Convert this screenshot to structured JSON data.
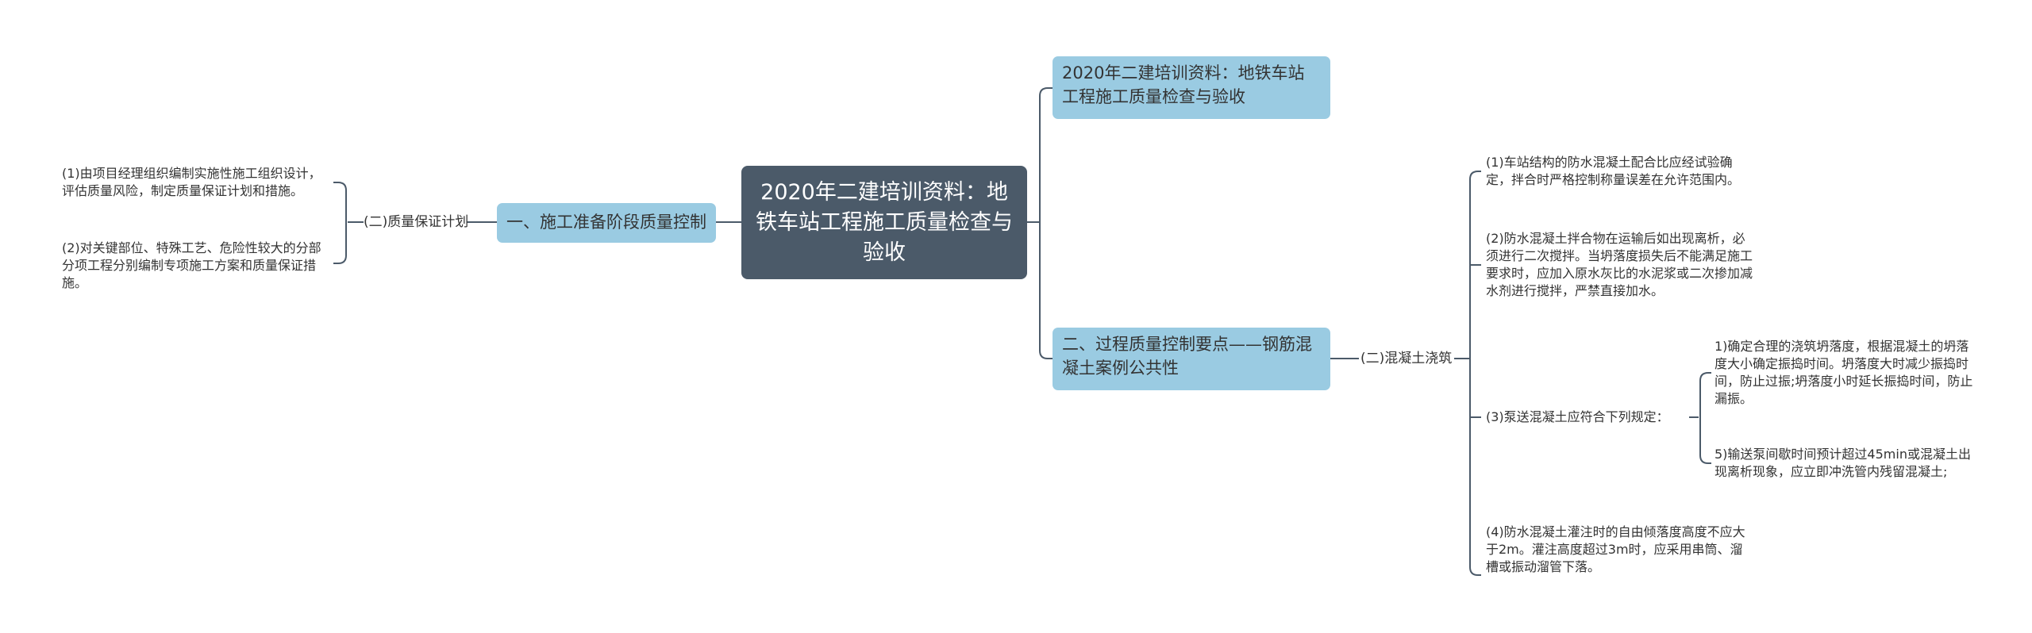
{
  "root": {
    "text": "2020年二建培训资料：地铁车站工程施工质量检查与验收"
  },
  "topics": [
    {
      "id": "t1",
      "text": "2020年二建培训资料：地铁车站工程施工质量检查与验收"
    },
    {
      "id": "t2",
      "text": "二、过程质量控制要点——钢筋混凝土案例公共性"
    },
    {
      "id": "t3",
      "text": "一、施工准备阶段质量控制"
    }
  ],
  "left_branch": {
    "label": "(二)质量保证计划",
    "items": [
      "(1)由项目经理组织编制实施性施工组织设计，评估质量风险，制定质量保证计划和措施。",
      "(2)对关键部位、特殊工艺、危险性较大的分部分项工程分别编制专项施工方案和质量保证措施。"
    ]
  },
  "right_branch": {
    "label": "(二)混凝土浇筑",
    "items": [
      "(1)车站结构的防水混凝土配合比应经试验确定，拌合时严格控制称量误差在允许范围内。",
      "(2)防水混凝土拌合物在运输后如出现离析，必须进行二次搅拌。当坍落度损失后不能满足施工要求时，应加入原水灰比的水泥浆或二次掺加减水剂进行搅拌，严禁直接加水。",
      "(3)泵送混凝土应符合下列规定：",
      "(4)防水混凝土灌注时的自由倾落度高度不应大于2m。灌注高度超过3m时，应采用串筒、溜槽或振动溜管下落。"
    ],
    "sub_items": [
      "1)确定合理的浇筑坍落度，根据混凝土的坍落度大小确定振捣时间。坍落度大时减少振捣时间，防止过振;坍落度小时延长振捣时间，防止漏振。",
      "5)输送泵间歇时间预计超过45min或混凝土出现离析现象，应立即冲洗管内残留混凝土;"
    ]
  },
  "colors": {
    "root": "#4b5a69",
    "topic": "#9acbe2",
    "line": "#4b5a69"
  }
}
